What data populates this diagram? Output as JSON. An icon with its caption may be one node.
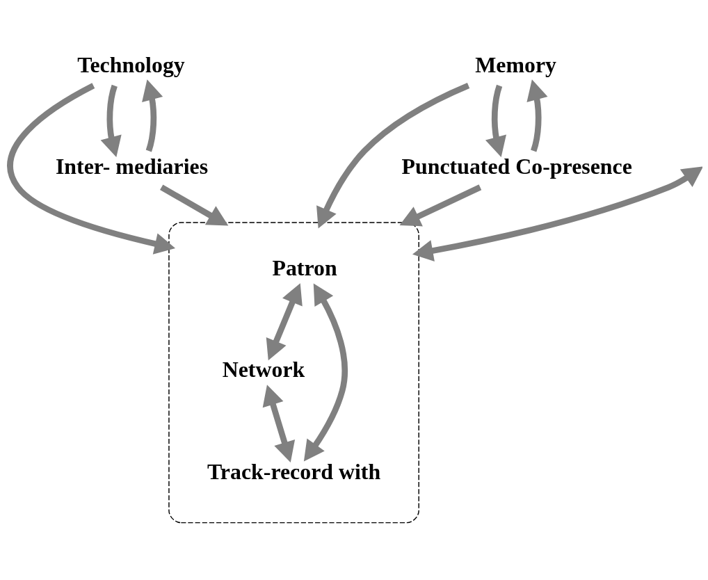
{
  "diagram": {
    "nodes": [
      {
        "text": [
          "Technology"
        ]
      },
      {
        "text": [
          "Memory"
        ]
      },
      {
        "text": [],
        "shape": "ellipse"
      },
      {
        "text": [
          "Patron"
        ],
        "in": 2
      },
      {
        "text": [
          "Network"
        ],
        "in": 2
      },
      {
        "text": [
          "Track-record with"
        ],
        "in": 2
      },
      {
        "text": [
          "Inter- mediaries"
        ]
      },
      {
        "text": [
          "Punctuated Co-presence"
        ]
      }
    ],
    "edges": [
      {
        "from": 0,
        "to": 2,
        "arrow": "to"
      },
      {
        "from": 1,
        "to": 2,
        "arrow": "to"
      },
      {
        "from": null,
        "to": 2,
        "arrow": "both"
      },
      {
        "from": 0,
        "to": 6,
        "arrow": "to"
      },
      {
        "from": 1,
        "to": 7,
        "arrow": "to"
      },
      {
        "from": 3,
        "to": 4,
        "arrow": "both"
      },
      {
        "from": 3,
        "to": 5,
        "arrow": "both"
      },
      {
        "from": 4,
        "to": 5,
        "arrow": "both"
      },
      {
        "from": 6,
        "to": 0,
        "arrow": "to"
      },
      {
        "from": 7,
        "to": 1,
        "arrow": "to"
      },
      {
        "from": 6,
        "to": 2,
        "arrow": "to"
      },
      {
        "from": 7,
        "to": 2,
        "arrow": "to"
      }
    ]
  }
}
